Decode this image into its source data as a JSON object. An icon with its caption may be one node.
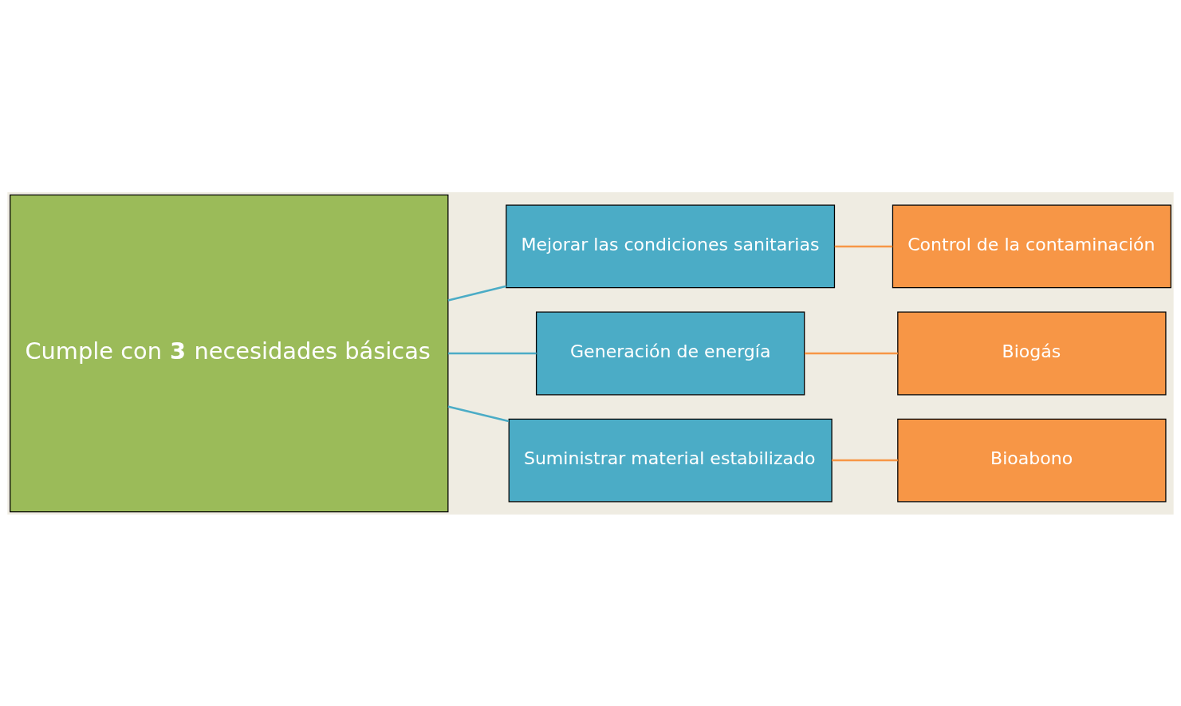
{
  "diagram": {
    "nodes": [
      {
        "text": [
          "Cumple con **3** necesidades básicas"
        ]
      },
      {
        "text": [
          "Mejorar las condiciones sanitarias"
        ]
      },
      {
        "text": [
          "Generación de energía"
        ]
      },
      {
        "text": [
          "Suministrar material estabilizado"
        ]
      },
      {
        "text": [
          "Control de la contaminación"
        ]
      },
      {
        "text": [
          "Biogás"
        ]
      },
      {
        "text": [
          "Bioabono"
        ]
      }
    ],
    "edges": [
      {
        "from": 0,
        "to": 1,
        "arrow": "none",
        "color": "#4bacc6"
      },
      {
        "from": 0,
        "to": 2,
        "arrow": "none",
        "color": "#4bacc6"
      },
      {
        "from": 0,
        "to": 3,
        "arrow": "none",
        "color": "#4bacc6"
      },
      {
        "from": 1,
        "to": 4,
        "arrow": "none",
        "color": "#f79646"
      },
      {
        "from": 2,
        "to": 5,
        "arrow": "none",
        "color": "#f79646"
      },
      {
        "from": 3,
        "to": 6,
        "arrow": "none",
        "color": "#f79646"
      }
    ]
  }
}
